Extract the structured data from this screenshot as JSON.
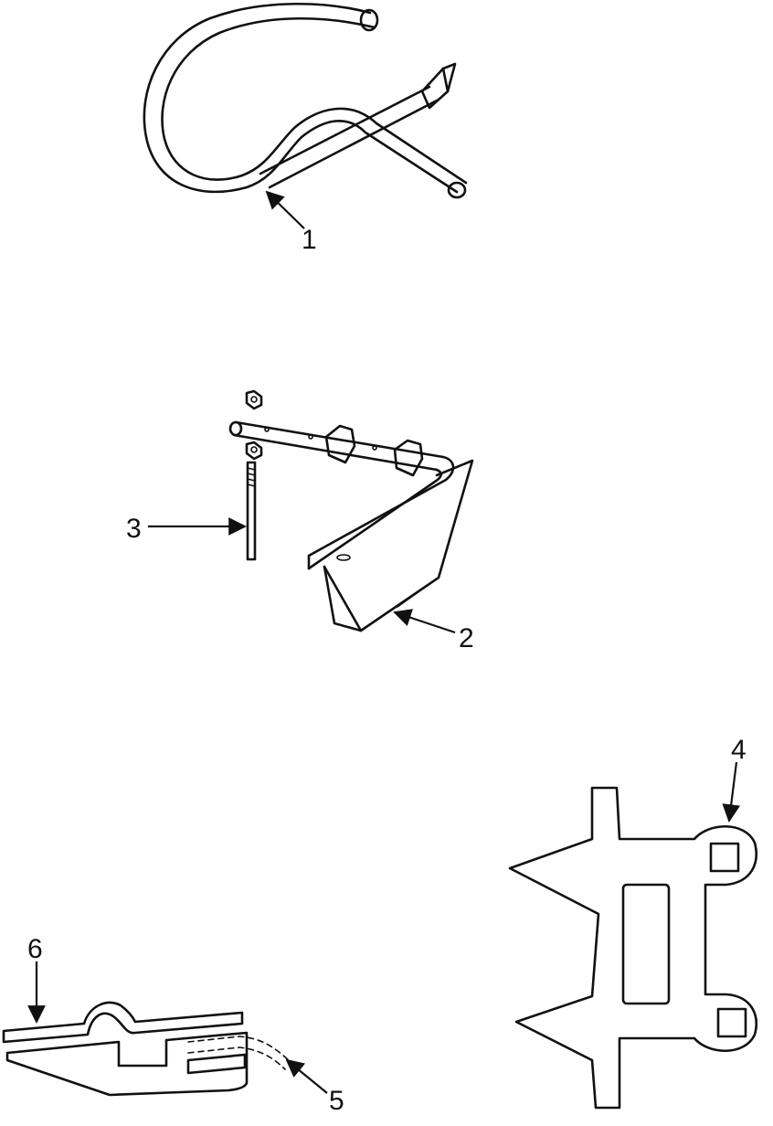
{
  "diagram": {
    "colors": {
      "line": "#111111",
      "background": "#ffffff"
    },
    "callouts": [
      {
        "id": "1",
        "label": "1"
      },
      {
        "id": "2",
        "label": "2"
      },
      {
        "id": "3",
        "label": "3"
      },
      {
        "id": "4",
        "label": "4"
      },
      {
        "id": "5",
        "label": "5"
      },
      {
        "id": "6",
        "label": "6"
      }
    ]
  }
}
